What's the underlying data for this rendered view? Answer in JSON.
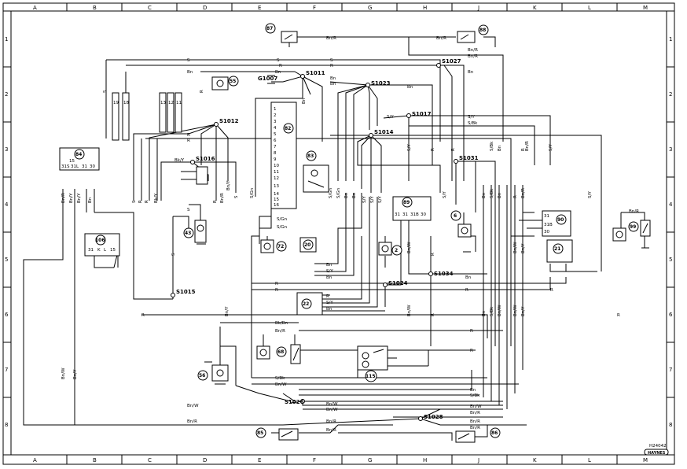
{
  "diagram": {
    "reference": "H24042",
    "publisher_logo": "HAYNES",
    "grid_columns": [
      "A",
      "B",
      "C",
      "D",
      "E",
      "F",
      "G",
      "H",
      "J",
      "K",
      "L",
      "M"
    ],
    "grid_rows": [
      "1",
      "2",
      "3",
      "4",
      "5",
      "6",
      "7",
      "8"
    ],
    "nodes": {
      "S1027": "S1027",
      "S1011": "S1011",
      "G1007": "G1007",
      "S1023": "S1023",
      "S1017": "S1017",
      "S1014": "S1014",
      "S1012": "S1012",
      "S1016": "S1016",
      "S1031": "S1031",
      "S1034": "S1034",
      "S1024": "S1024",
      "S1015": "S1015",
      "S1026": "S1026",
      "S1028": "S1028"
    },
    "components": {
      "c87": "87",
      "c88": "88",
      "c55": "55",
      "c82": "82",
      "c84": "84",
      "c83": "83",
      "c6": "6",
      "c89": "89",
      "c90": "90",
      "c99": "99",
      "c106": "106",
      "c43": "43",
      "c72": "72",
      "c20": "20",
      "c2": "2",
      "c21": "21",
      "c22": "22",
      "c68": "68",
      "c56": "56",
      "c115": "115",
      "c85": "85",
      "c86": "86"
    },
    "fuse_labels": {
      "f19": "19",
      "f18": "18",
      "f13": "13",
      "f12": "12",
      "f11": "11"
    },
    "pins": {
      "p84": [
        "31S",
        "31L",
        "31",
        "30"
      ],
      "p84_top": "15",
      "p106": [
        "31",
        "K",
        "L",
        "15"
      ],
      "p89": [
        "31",
        "31",
        "31B",
        "30"
      ],
      "p90": [
        "31",
        "31B",
        "30"
      ],
      "p82": [
        "1",
        "2",
        "3",
        "4",
        "5",
        "6",
        "7",
        "8",
        "9",
        "10",
        "11",
        "12",
        "13",
        "14",
        "15",
        "16"
      ]
    },
    "wire_colors": {
      "S": "S",
      "Bn": "Bn",
      "R": "R",
      "BnR": "Bn/R",
      "SY": "S/Y",
      "SBk": "S/Bk",
      "SGn": "S/Gn",
      "BnY": "Bn/Y",
      "BnW": "Bn/W",
      "BkY": "Bk/Y",
      "BkBn": "Bk/Bn"
    }
  }
}
